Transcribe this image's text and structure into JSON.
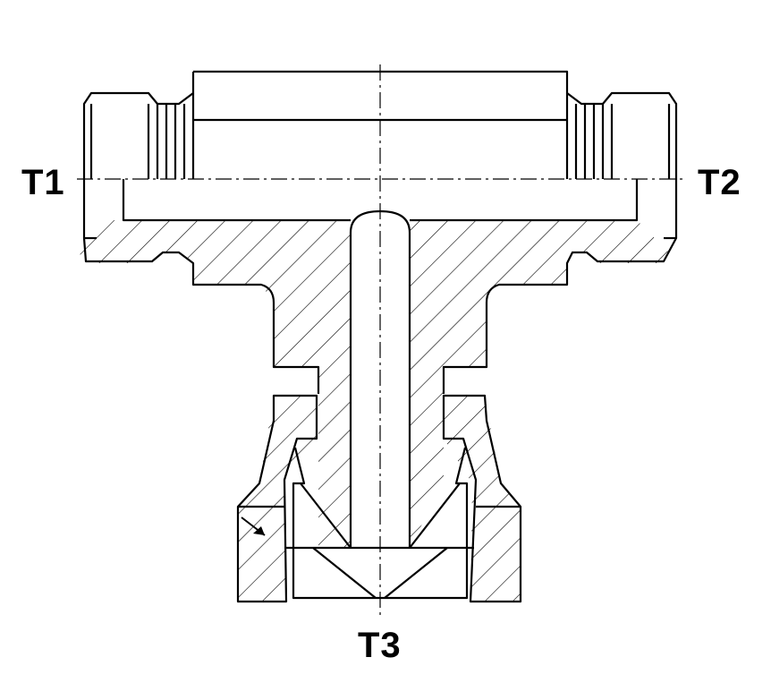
{
  "ports": {
    "t1": "T1",
    "t2": "T2",
    "t3": "T3"
  },
  "colors": {
    "line": "#000000",
    "background": "#ffffff"
  }
}
